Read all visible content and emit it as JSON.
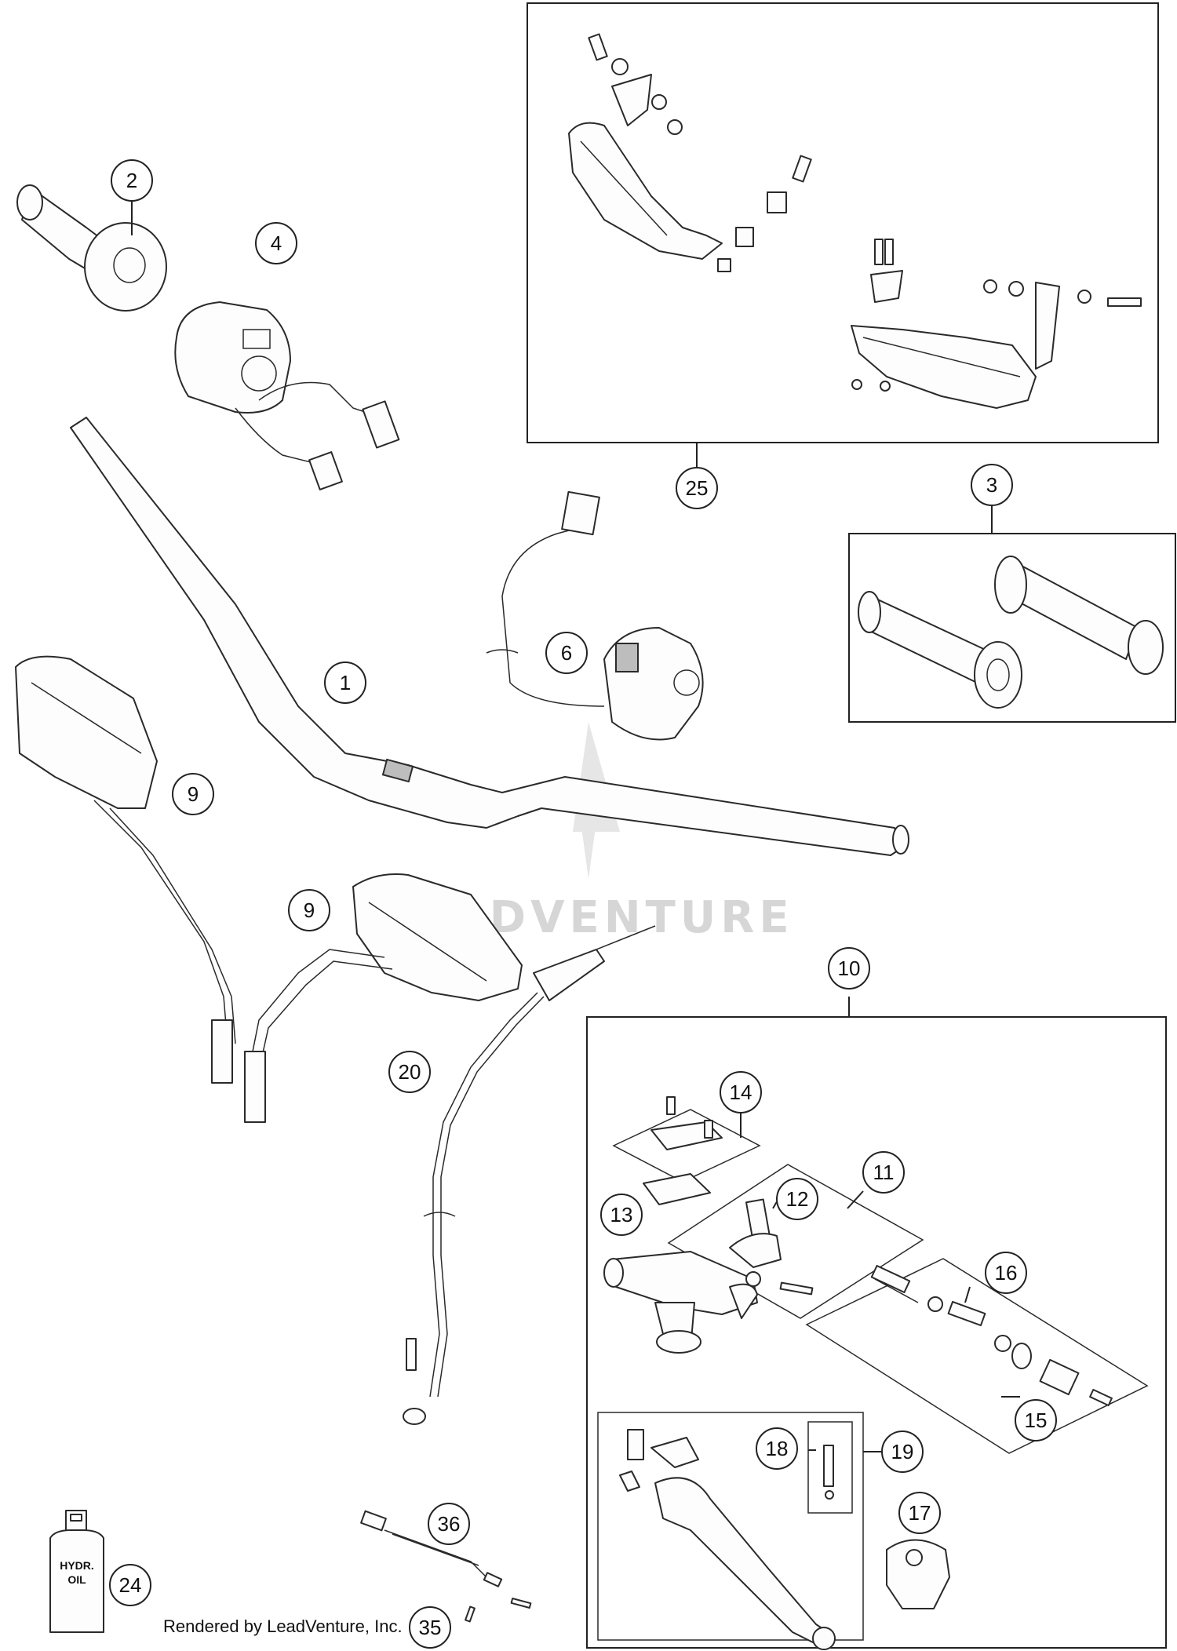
{
  "callouts": [
    {
      "id": "1",
      "label": "1"
    },
    {
      "id": "2",
      "label": "2"
    },
    {
      "id": "3",
      "label": "3"
    },
    {
      "id": "4",
      "label": "4"
    },
    {
      "id": "6",
      "label": "6"
    },
    {
      "id": "9a",
      "label": "9"
    },
    {
      "id": "9b",
      "label": "9"
    },
    {
      "id": "10",
      "label": "10"
    },
    {
      "id": "11",
      "label": "11"
    },
    {
      "id": "12",
      "label": "12"
    },
    {
      "id": "13",
      "label": "13"
    },
    {
      "id": "14",
      "label": "14"
    },
    {
      "id": "15",
      "label": "15"
    },
    {
      "id": "16",
      "label": "16"
    },
    {
      "id": "17",
      "label": "17"
    },
    {
      "id": "18",
      "label": "18"
    },
    {
      "id": "19",
      "label": "19"
    },
    {
      "id": "20",
      "label": "20"
    },
    {
      "id": "24",
      "label": "24"
    },
    {
      "id": "25",
      "label": "25"
    },
    {
      "id": "35",
      "label": "35"
    },
    {
      "id": "36",
      "label": "36"
    }
  ],
  "oil_bottle": {
    "line1": "HYDR.",
    "line2": "OIL"
  },
  "watermark": "LEADVENTURE",
  "footer": "Rendered by LeadVenture, Inc."
}
